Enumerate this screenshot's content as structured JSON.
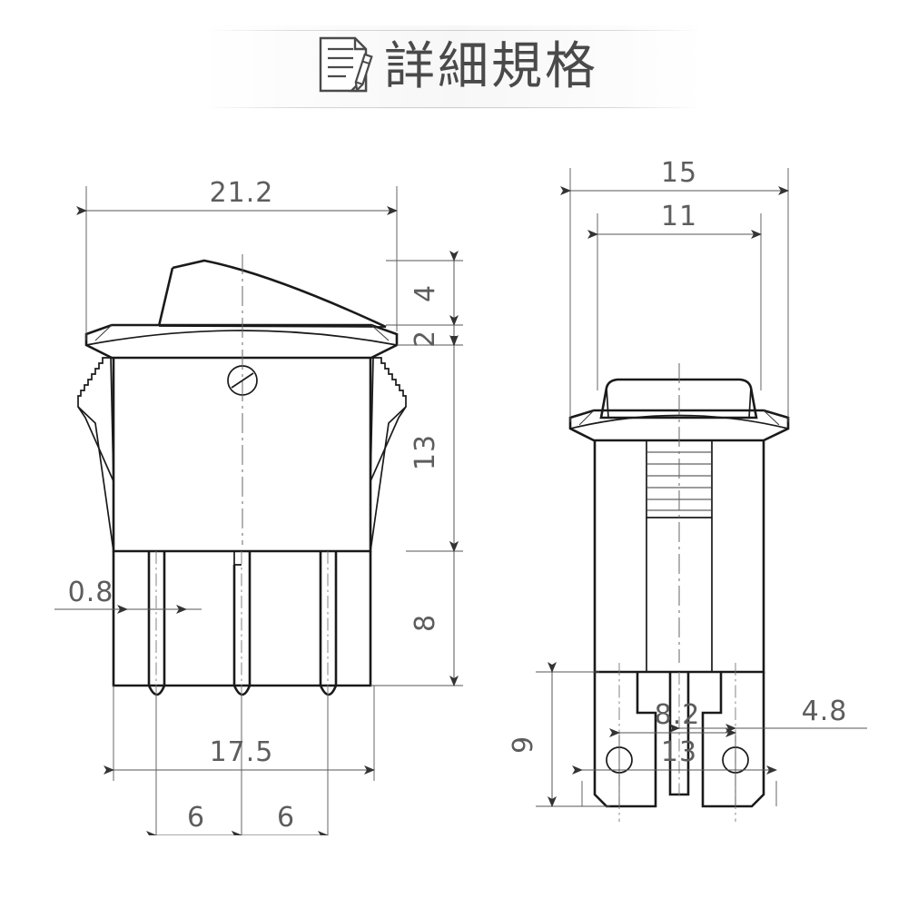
{
  "header": {
    "title": "詳細規格",
    "icon": "document-pen-icon"
  },
  "drawing": {
    "title": "rocker-switch-technical-drawing",
    "views": [
      {
        "name": "front-view",
        "label": ""
      },
      {
        "name": "side-view",
        "label": ""
      }
    ],
    "units": "mm"
  },
  "dimensions": {
    "front": {
      "overall_width": "21.2",
      "cap_height": "4",
      "bezel_height": "2",
      "body_height": "13",
      "terminal_height": "8",
      "pin_thickness": "0.8",
      "pin_pitch_left": "6",
      "pin_pitch_right": "6",
      "body_width": "17.5"
    },
    "side": {
      "bezel_width": "15",
      "cap_width": "11",
      "terminal_height": "9",
      "terminal_offset": "4.8",
      "terminal_spacing": "8.2",
      "body_width": "13"
    }
  },
  "chart_data": {
    "type": "table",
    "title": "詳細規格",
    "categories": [
      "overall_width",
      "cap_height",
      "bezel_height",
      "body_height",
      "terminal_height",
      "pin_thickness",
      "pin_pitch",
      "body_width",
      "side_bezel_width",
      "side_cap_width",
      "side_terminal_height",
      "side_terminal_offset",
      "side_terminal_spacing",
      "side_body_width"
    ],
    "values": [
      21.2,
      4,
      2,
      13,
      8,
      0.8,
      6,
      17.5,
      15,
      11,
      9,
      4.8,
      8.2,
      13
    ],
    "xlabel": "",
    "ylabel": "mm"
  },
  "colors": {
    "line": "#1a1a1a",
    "dimension": "#555555",
    "text": "#5d5d5d",
    "title": "#4a4a4a",
    "background": "#ffffff"
  },
  "watermark": {
    "text": ""
  }
}
